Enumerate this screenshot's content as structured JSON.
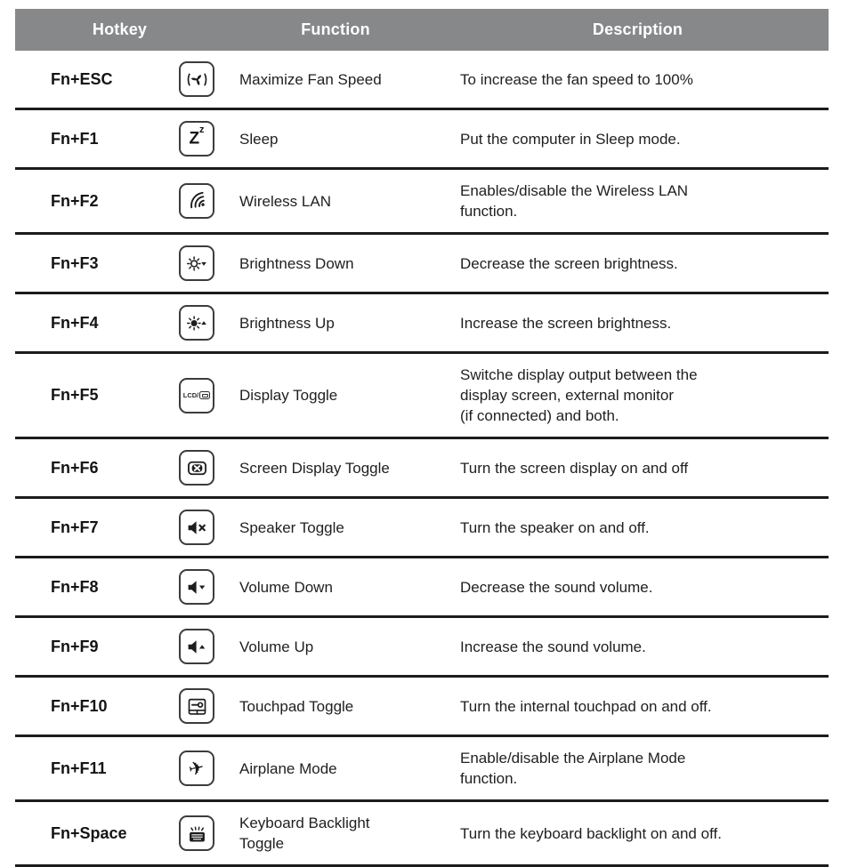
{
  "table": {
    "headers": {
      "hotkey": "Hotkey",
      "function": "Function",
      "description": "Description"
    },
    "rows": [
      {
        "hotkey": "Fn+ESC",
        "icon": "fan-icon",
        "function": "Maximize Fan Speed",
        "description": "To increase the fan speed to 100%"
      },
      {
        "hotkey": "Fn+F1",
        "icon": "sleep-icon",
        "function": "Sleep",
        "description": "Put the computer in Sleep mode."
      },
      {
        "hotkey": "Fn+F2",
        "icon": "wireless-lan-icon",
        "function": "Wireless LAN",
        "description": "Enables/disable the Wireless LAN\nfunction."
      },
      {
        "hotkey": "Fn+F3",
        "icon": "brightness-down-icon",
        "function": "Brightness Down",
        "description": "Decrease the screen brightness."
      },
      {
        "hotkey": "Fn+F4",
        "icon": "brightness-up-icon",
        "function": "Brightness Up",
        "description": "Increase the screen brightness."
      },
      {
        "hotkey": "Fn+F5",
        "icon": "display-toggle-icon",
        "function": "Display Toggle",
        "description": "Switche display output between the\ndisplay screen, external monitor\n(if connected) and both."
      },
      {
        "hotkey": "Fn+F6",
        "icon": "screen-display-toggle-icon",
        "function": "Screen Display Toggle",
        "description": "Turn the screen display on and off"
      },
      {
        "hotkey": "Fn+F7",
        "icon": "speaker-toggle-icon",
        "function": "Speaker Toggle",
        "description": "Turn the speaker on and off."
      },
      {
        "hotkey": "Fn+F8",
        "icon": "volume-down-icon",
        "function": "Volume Down",
        "description": "Decrease the sound volume."
      },
      {
        "hotkey": "Fn+F9",
        "icon": "volume-up-icon",
        "function": "Volume Up",
        "description": "Increase the sound volume."
      },
      {
        "hotkey": "Fn+F10",
        "icon": "touchpad-toggle-icon",
        "function": "Touchpad Toggle",
        "description": "Turn the internal touchpad on and off."
      },
      {
        "hotkey": "Fn+F11",
        "icon": "airplane-mode-icon",
        "function": "Airplane Mode",
        "description": "Enable/disable the Airplane Mode\nfunction."
      },
      {
        "hotkey": "Fn+Space",
        "icon": "keyboard-backlight-icon",
        "function": "Keyboard Backlight\nToggle",
        "description": "Turn the keyboard backlight on and off."
      }
    ]
  },
  "colors": {
    "header_bg": "#87888a",
    "header_text": "#ffffff",
    "body_text": "#1f1f1f",
    "row_divider": "#1c1c1c"
  }
}
